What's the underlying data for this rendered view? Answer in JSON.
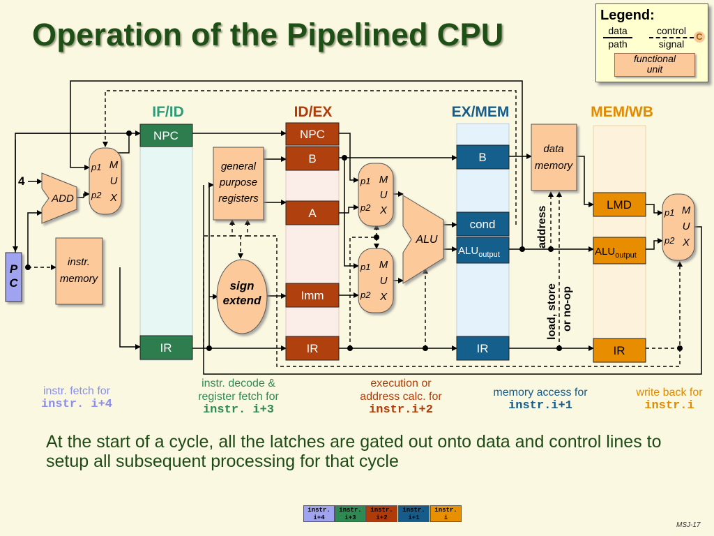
{
  "title": "Operation of the Pipelined CPU",
  "legend": {
    "title": "Legend:",
    "data_line1": "data",
    "data_line2": "path",
    "control_line1": "control",
    "control_line2": "signal",
    "control_marker": "C",
    "unit_line1": "functional",
    "unit_line2": "unit"
  },
  "latches": {
    "ifid": "IF/ID",
    "idex": "ID/EX",
    "exmem": "EX/MEM",
    "memwb": "MEM/WB"
  },
  "registers": {
    "ifid_npc": "NPC",
    "ifid_ir": "IR",
    "idex_npc": "NPC",
    "idex_b": "B",
    "idex_a": "A",
    "idex_imm": "Imm",
    "idex_ir": "IR",
    "exmem_b": "B",
    "exmem_cond": "cond",
    "exmem_alu": "ALU",
    "exmem_alu_sub": "output",
    "exmem_ir": "IR",
    "memwb_lmd": "LMD",
    "memwb_alu": "ALU",
    "memwb_alu_sub": "output",
    "memwb_ir": "IR"
  },
  "units": {
    "pc_line1": "P",
    "pc_line2": "C",
    "four": "4",
    "add": "ADD",
    "instr_mem_line1": "instr.",
    "instr_mem_line2": "memory",
    "gpr_line1": "general",
    "gpr_line2": "purpose",
    "gpr_line3": "registers",
    "sign_line1": "sign",
    "sign_line2": "extend",
    "alu": "ALU",
    "data_mem_line1": "data",
    "data_mem_line2": "memory",
    "mux_p1": "p1",
    "mux_p2": "p2",
    "mux_m": "M",
    "mux_u": "U",
    "mux_x": "X"
  },
  "signals": {
    "address": "address",
    "load_store_line1": "load, store",
    "load_store_line2": "or no-op"
  },
  "stages": [
    {
      "line1": "instr. fetch for",
      "line2": "",
      "instr": "instr. i+4",
      "color": "#8a8ee8"
    },
    {
      "line1": "instr. decode &",
      "line2": "register fetch for",
      "instr": "instr. i+3",
      "color": "#2e8a52"
    },
    {
      "line1": "execution or",
      "line2": "address calc. for",
      "instr": "instr.i+2",
      "color": "#b03a08"
    },
    {
      "line1": "memory access for",
      "line2": "",
      "instr": "instr.i+1",
      "color": "#155c8a"
    },
    {
      "line1": "write back for",
      "line2": "",
      "instr": "instr.i",
      "color": "#e08a00"
    }
  ],
  "note": "At the start of a cycle, all the latches are gated out onto data and control lines to setup all subsequent processing for that cycle",
  "strip": [
    {
      "line1": "instr.",
      "line2": "i+4",
      "color": "#9fa3f0"
    },
    {
      "line1": "instr.",
      "line2": "i+3",
      "color": "#2e8a52"
    },
    {
      "line1": "instr.",
      "line2": "i+2",
      "color": "#b03a08"
    },
    {
      "line1": "instr.",
      "line2": "i+1",
      "color": "#155c8a"
    },
    {
      "line1": "instr.",
      "line2": "i",
      "color": "#e89000"
    }
  ],
  "footer": "MSJ-17",
  "colors": {
    "ifid_reg": "#2e7d4f",
    "idex_reg": "#b0400d",
    "exmem_reg": "#155f8d",
    "memwb_reg": "#e88c00",
    "unit_fill": "#fbc99a",
    "pc_fill": "#9fa3f0"
  }
}
